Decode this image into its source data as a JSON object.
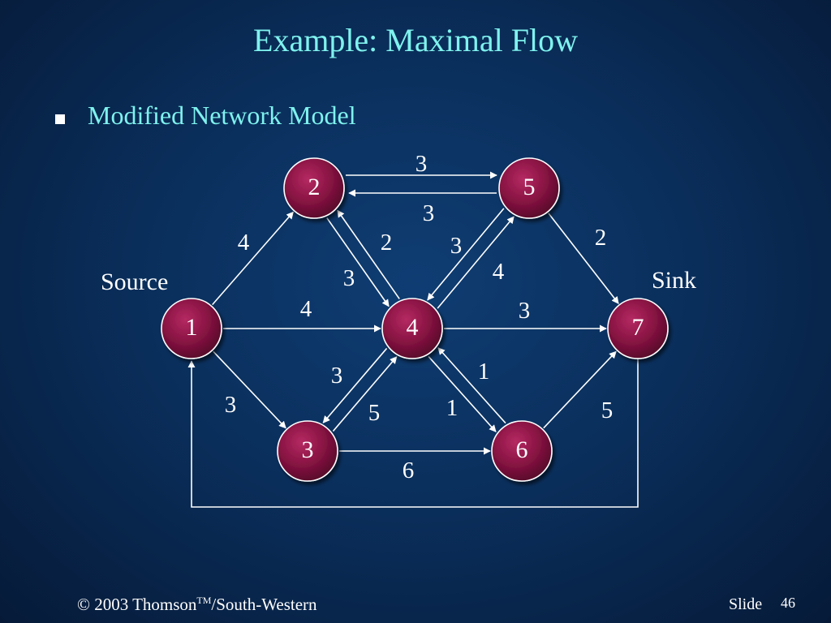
{
  "slide": {
    "title": "Example:  Maximal Flow",
    "bullet": "Modified Network Model",
    "footer_copyright_prefix": "© 2003 Thomson",
    "footer_tm": "TM",
    "footer_copyright_suffix": "/South-Western",
    "footer_slide_label": "Slide",
    "footer_slide_number": "46"
  },
  "network": {
    "source_label": "Source",
    "sink_label": "Sink",
    "nodes": [
      "1",
      "2",
      "3",
      "4",
      "5",
      "6",
      "7"
    ],
    "edges": [
      {
        "from": "1",
        "to": "2",
        "capacity": "4"
      },
      {
        "from": "1",
        "to": "4",
        "capacity": "4"
      },
      {
        "from": "1",
        "to": "3",
        "capacity": "3"
      },
      {
        "from": "2",
        "to": "5",
        "capacity": "3"
      },
      {
        "from": "5",
        "to": "2",
        "capacity": "3"
      },
      {
        "from": "2",
        "to": "4",
        "capacity": "2"
      },
      {
        "from": "4",
        "to": "2",
        "capacity": "3"
      },
      {
        "from": "4",
        "to": "5",
        "capacity": "3"
      },
      {
        "from": "5",
        "to": "4",
        "capacity": "4"
      },
      {
        "from": "5",
        "to": "7",
        "capacity": "2"
      },
      {
        "from": "4",
        "to": "7",
        "capacity": "3"
      },
      {
        "from": "3",
        "to": "4",
        "capacity": "3"
      },
      {
        "from": "4",
        "to": "3",
        "capacity": "5"
      },
      {
        "from": "4",
        "to": "6",
        "capacity": "1"
      },
      {
        "from": "6",
        "to": "4",
        "capacity": "1"
      },
      {
        "from": "3",
        "to": "6",
        "capacity": "6"
      },
      {
        "from": "6",
        "to": "7",
        "capacity": "5"
      },
      {
        "from": "7",
        "to": "1",
        "capacity": ""
      }
    ],
    "colors": {
      "node_fill": "#7a0f3a",
      "node_highlight": "#c0306a",
      "edge": "#ffffff",
      "title": "#7ff2ee"
    }
  }
}
